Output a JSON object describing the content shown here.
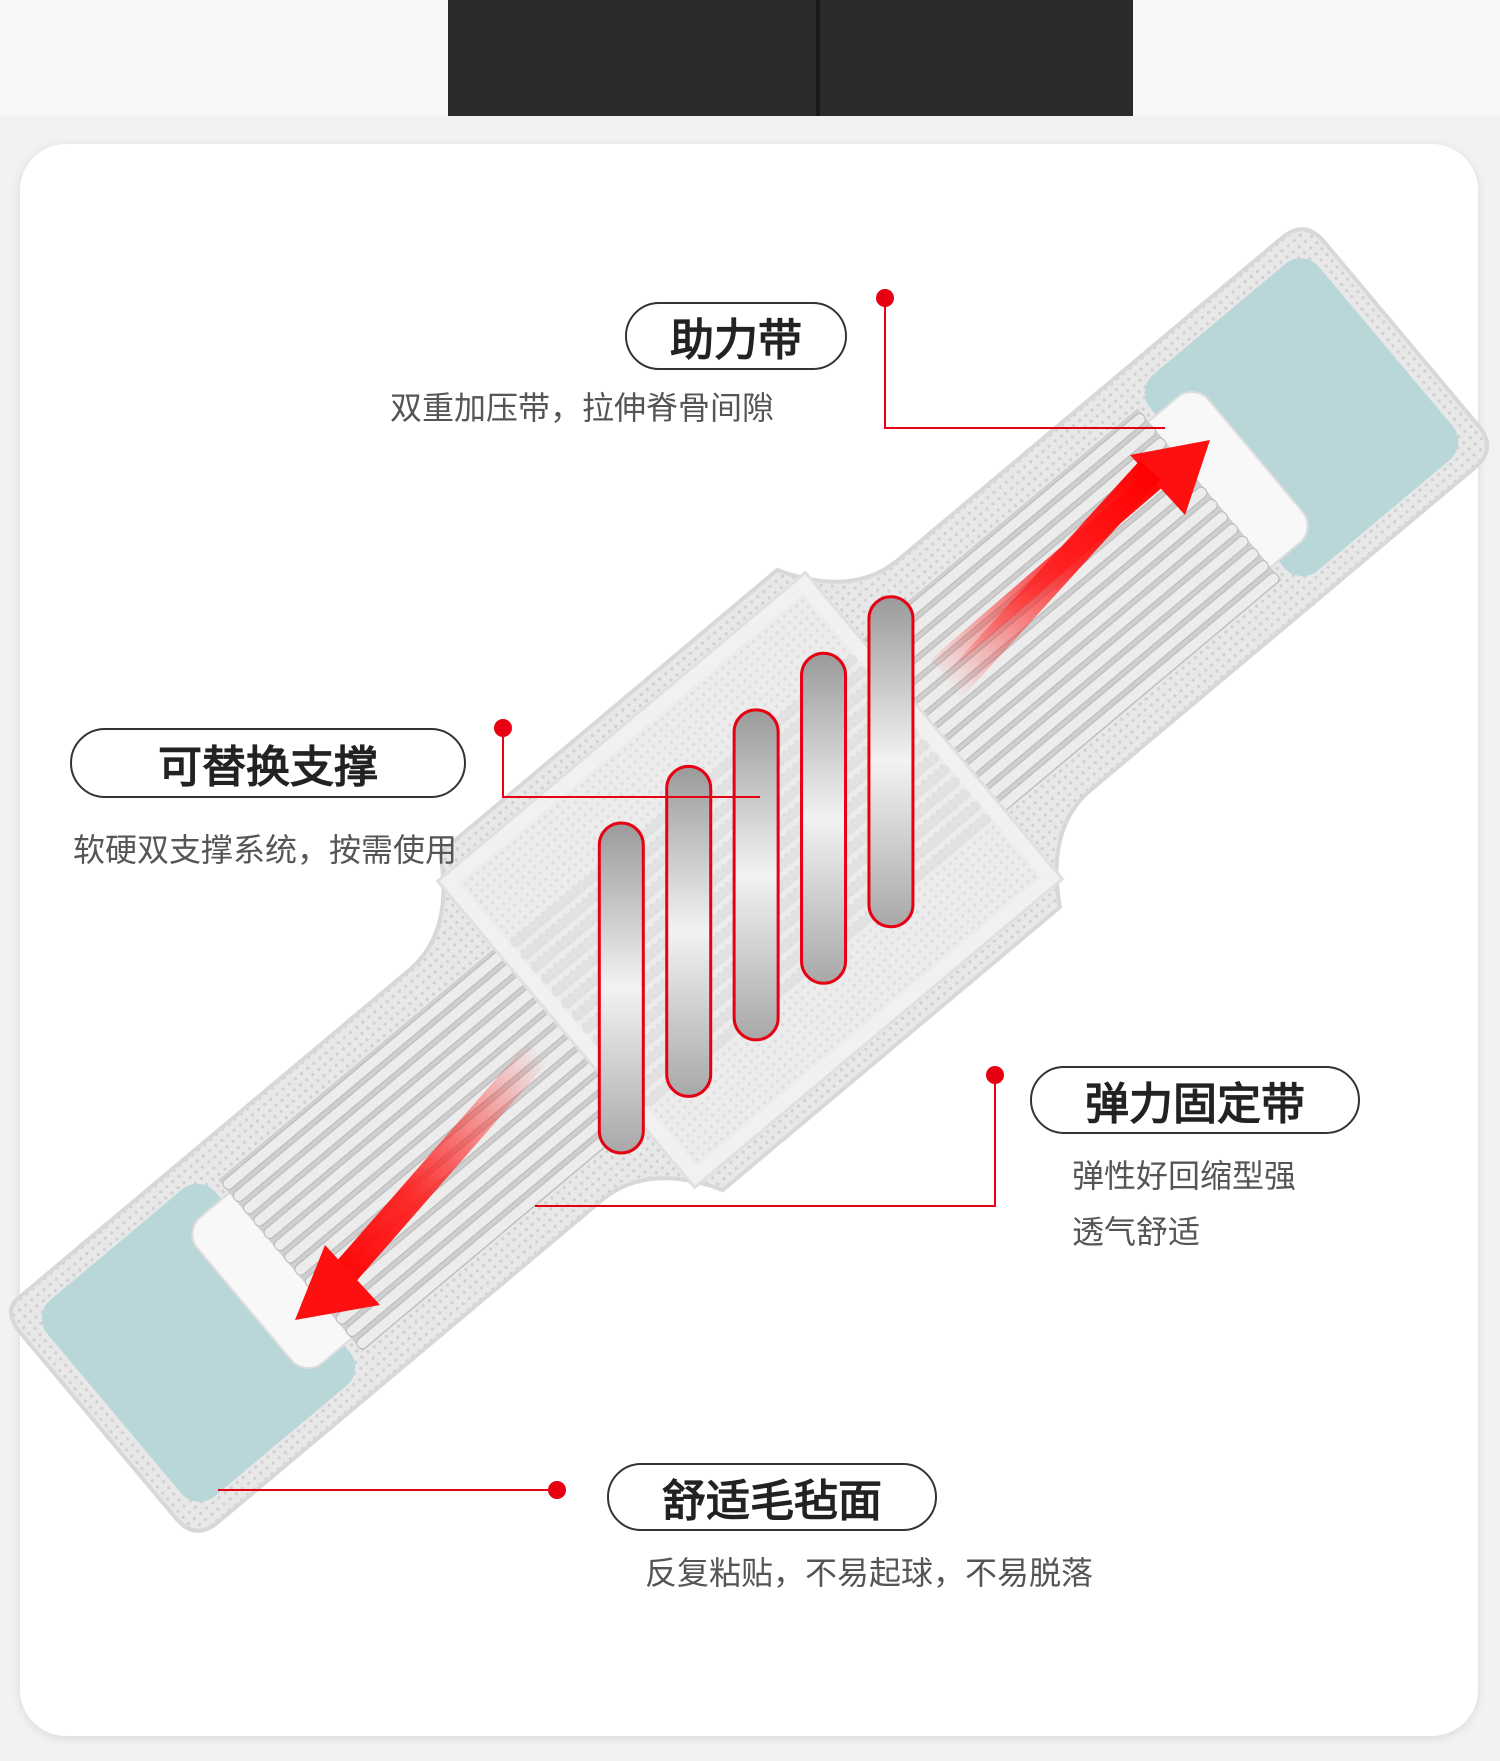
{
  "callouts": [
    {
      "id": "assist",
      "title": "助力带",
      "desc": "双重加压带，拉伸脊骨间隙"
    },
    {
      "id": "support",
      "title": "可替换支撑",
      "desc": "软硬双支撑系统，按需使用"
    },
    {
      "id": "elastic",
      "title": "弹力固定带",
      "desc_lines": [
        "弹性好回缩型强",
        "透气舒适"
      ]
    },
    {
      "id": "felt",
      "title": "舒适毛毡面",
      "desc": "反复粘贴，不易起球，不易脱落"
    }
  ],
  "colors": {
    "accent": "#e60012",
    "felt": "#b9d7d9",
    "mesh": "#dcdcdc",
    "bar": "#d6d6d6"
  }
}
